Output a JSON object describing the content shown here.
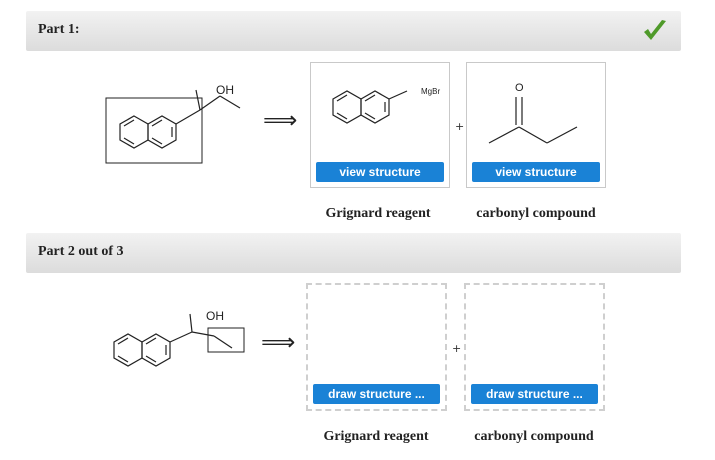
{
  "part1": {
    "title": "Part 1:",
    "reactant": {
      "oh_label": "OH"
    },
    "grignard": {
      "mgbr_label": "MgBr",
      "button_label": "view structure",
      "caption": "Grignard reagent"
    },
    "carbonyl": {
      "o_label": "O",
      "button_label": "view structure",
      "caption": "carbonyl compound"
    },
    "plus": "+",
    "arrow": "⟹",
    "status_icon": "checkmark-icon",
    "accent_color": "#1a82d6",
    "check_color": "#4f9a2a"
  },
  "part2": {
    "title": "Part 2 out of 3",
    "reactant": {
      "oh_label": "OH"
    },
    "grignard": {
      "button_label": "draw structure ...",
      "caption": "Grignard reagent"
    },
    "carbonyl": {
      "button_label": "draw structure ...",
      "caption": "carbonyl compound"
    },
    "plus": "+",
    "arrow": "⟹"
  }
}
